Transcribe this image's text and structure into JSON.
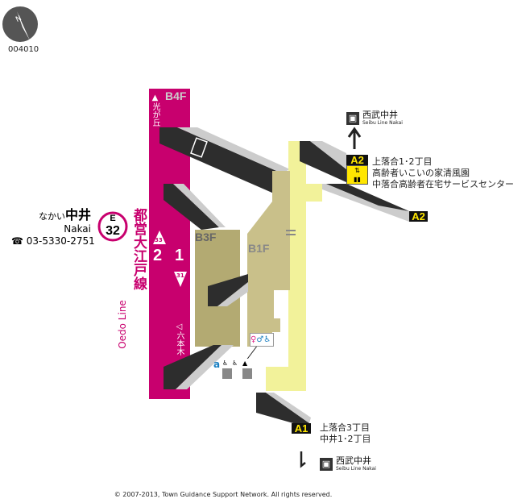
{
  "map_code": "004010",
  "compass": {
    "label": "N"
  },
  "station": {
    "kana": "なかい",
    "name": "中井",
    "romaji": "Nakai",
    "phone": "03-5330-2751",
    "line_code": "E",
    "number": "32"
  },
  "line": {
    "name_ja": "都営大江戸線",
    "name_en": "Oedo Line",
    "color": "#c8006e",
    "toward_up": "▲光が丘",
    "toward_down": "◁六本木",
    "platforms": [
      "2",
      "1"
    ],
    "station_prev": "33",
    "station_next": "31"
  },
  "floors": {
    "b4f": "B4F",
    "b3f": "B3F",
    "b1f": "B1F"
  },
  "exits": [
    {
      "id": "A2",
      "destinations": [
        "上落合1･2丁目",
        "高齢者いこいの家清風園",
        "中落合高齢者在宅サービスセンター"
      ]
    },
    {
      "id": "A1",
      "destinations": [
        "上落合3丁目",
        "中井1･2丁目"
      ]
    }
  ],
  "transfer": {
    "name_ja": "西武中井",
    "name_en": "Seibu Line Nakai"
  },
  "facility_label": "a",
  "copyright": "© 2007-2013, Town Guidance Support Network. All rights reserved.",
  "colors": {
    "corridor": "#f2f29a",
    "floor": "#b3aa72",
    "passage": "#2b2b2b",
    "exit": "#ffe600"
  }
}
